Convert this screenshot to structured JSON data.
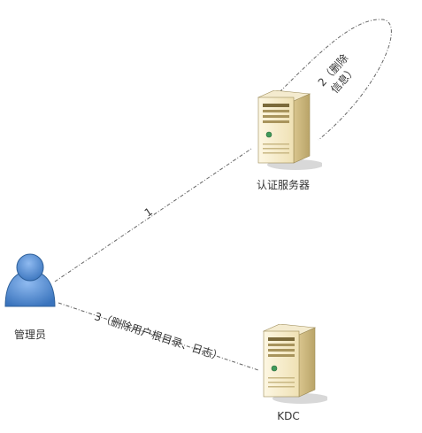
{
  "nodes": {
    "auth_server": {
      "label": "认证服务器",
      "icon": "server-icon"
    },
    "kdc": {
      "label": "KDC",
      "icon": "server-icon"
    },
    "admin": {
      "label": "管理员",
      "icon": "user-icon"
    }
  },
  "edges": {
    "edge_1": {
      "label": "1"
    },
    "edge_2": {
      "label_line1": "2（删除",
      "label_line2": "信息）"
    },
    "edge_3": {
      "label": "3（删除用户根目录、日志）"
    }
  },
  "colors": {
    "user_body": "#4a86c8",
    "user_outline": "#2d5f99",
    "server_light": "#fbf3d8",
    "server_dark": "#c9b37a",
    "shadow": "#d8d8d8",
    "line": "#666666"
  }
}
